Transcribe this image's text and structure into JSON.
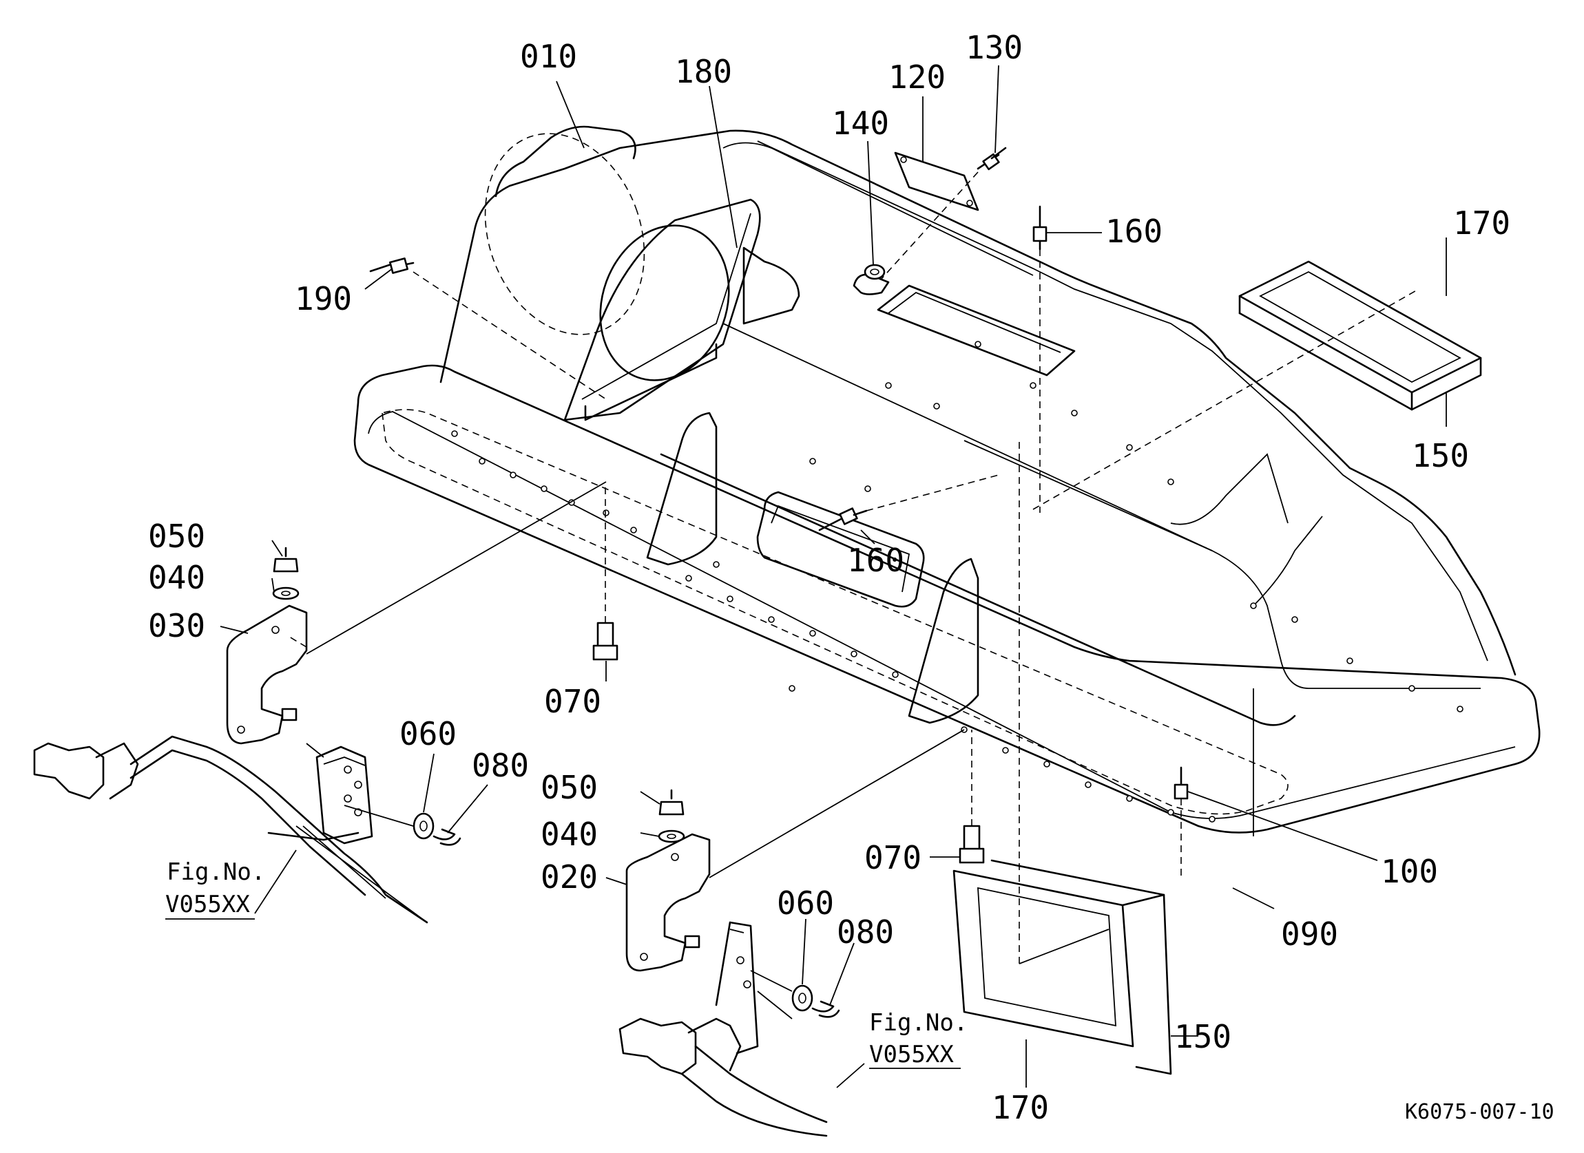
{
  "labels": {
    "p010": "010",
    "p020": "020",
    "p030": "030",
    "p040a": "040",
    "p040b": "040",
    "p050a": "050",
    "p050b": "050",
    "p060a": "060",
    "p060b": "060",
    "p070a": "070",
    "p070b": "070",
    "p080a": "080",
    "p080b": "080",
    "p090": "090",
    "p100": "100",
    "p120": "120",
    "p130": "130",
    "p140": "140",
    "p150a": "150",
    "p150b": "150",
    "p160a": "160",
    "p160b": "160",
    "p170a": "170",
    "p170b": "170",
    "p180": "180",
    "p190": "190"
  },
  "refs": {
    "left_title": "Fig.No.",
    "left_code": "V055XX",
    "right_title": "Fig.No.",
    "right_code": "V055XX"
  },
  "drawing_code": "K6075-007-10"
}
